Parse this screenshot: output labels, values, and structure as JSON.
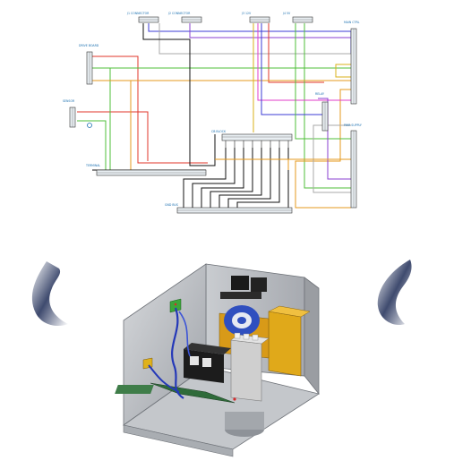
{
  "diagram": {
    "connector_labels": {
      "top_1": "J1 CONNECTOR",
      "top_2": "J2 CONNECTOR",
      "top_3": "J3 12V",
      "top_4": "J4 5V",
      "right_top": "MAIN CTRL",
      "left_upper": "DRIVE BOARD",
      "left_mid": "SENSOR",
      "relay": "RELAY",
      "bottom_left": "TERMINAL",
      "center_block": "CB BLOCK",
      "bottom_bus": "GND BUS",
      "right_lower": "PWR SUPPLY"
    },
    "wire_colors": {
      "blue": "#3b3bd6",
      "violet": "#8a3fd1",
      "red": "#e0342a",
      "green": "#4fbf3a",
      "orange": "#e69a1c",
      "magenta": "#e23cc9",
      "gray": "#a8a8a8",
      "black": "#111111",
      "yellow": "#d8b21a"
    }
  },
  "render": {
    "enclosure_color": "#b9bcc1",
    "fan_color": "#2f4fbf",
    "cable_color": "#2438b8",
    "contactor_color": "#cfcfcf",
    "transformer_color": "#e0a91a",
    "pcb_color": "#2f6b3a"
  }
}
